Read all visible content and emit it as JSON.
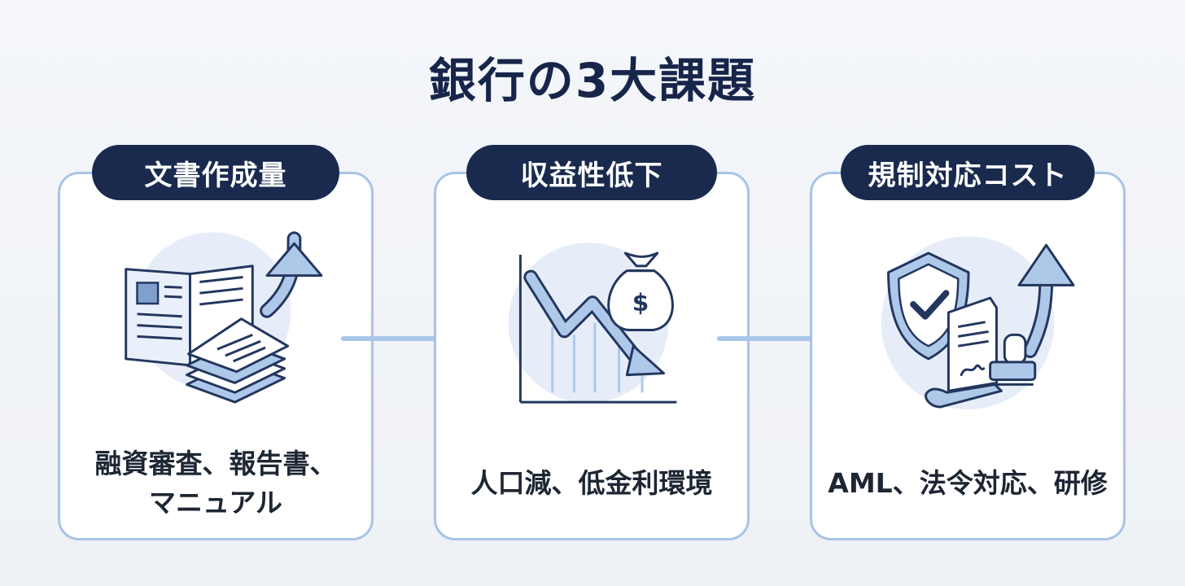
{
  "title": "銀行の3大課題",
  "cards": [
    {
      "label": "文書作成量",
      "description_lines": [
        "融資審査、報告書、",
        "マニュアル"
      ],
      "icon": "document-stack-up-arrow-icon"
    },
    {
      "label": "収益性低下",
      "description_lines": [
        "人口減、低金利環境"
      ],
      "icon": "declining-chart-money-bag-icon"
    },
    {
      "label": "規制対応コスト",
      "description_lines": [
        "AML、法令対応、研修"
      ],
      "icon": "shield-certificate-up-arrow-icon"
    }
  ],
  "connector_icon": "right-arrow-icon",
  "colors": {
    "navy": "#192a4e",
    "card_border": "#a8c3e6",
    "icon_fill": "#aec8ea",
    "icon_stroke": "#23365e",
    "circle_bg": "#e8eff9",
    "arrow": "#a9c6ea"
  }
}
